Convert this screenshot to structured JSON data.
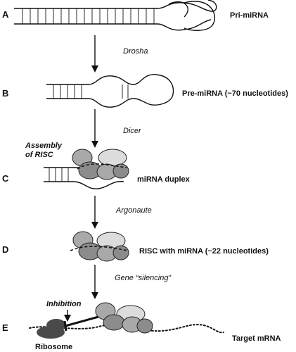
{
  "steps": {
    "a": {
      "letter": "A",
      "label": "Pri-miRNA"
    },
    "b": {
      "letter": "B",
      "label": "Pre-miRNA (~70 nucleotides)"
    },
    "c": {
      "letter": "C",
      "label": "miRNA duplex"
    },
    "d": {
      "letter": "D",
      "label": "RISC with miRNA  (~22 nucleotides)"
    },
    "e": {
      "letter": "E",
      "label": "Target mRNA"
    }
  },
  "enzymes": {
    "drosha": "Drosha",
    "dicer": "Dicer",
    "argonaute": "Argonaute",
    "silencing": "Gene “silencing”"
  },
  "annotations": {
    "assembly_line1": "Assembly",
    "assembly_line2": "of RISC",
    "inhibition": "Inhibition",
    "ribosome": "Ribosome"
  },
  "colors": {
    "protein_light": "#dcdcdc",
    "protein_mid": "#a9a9a9",
    "protein_dark": "#8c8c8c",
    "ribosome": "#4a4a4a"
  }
}
